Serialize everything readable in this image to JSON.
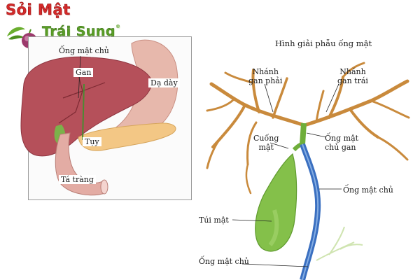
{
  "logo": {
    "line1": "Sỏi Mật",
    "line2": "Trái Sung",
    "reg": "®"
  },
  "left_labels": {
    "common_duct": "Ống mật chủ",
    "liver": "Gan",
    "stomach": "Dạ dày",
    "pancreas": "Tụy",
    "duodenum": "Tá tràng"
  },
  "right": {
    "title": "Hình giải phẫu ống mật",
    "right_hepatic_1": "Nhánh",
    "right_hepatic_2": "gan phải",
    "left_hepatic_1": "Nhánh",
    "left_hepatic_2": "gan trái",
    "cystic_1": "Cuống",
    "cystic_2": "mật",
    "common_hepatic_1": "Ống mật",
    "common_hepatic_2": "chủ gan",
    "common_bile_upper": "Ống mật chủ",
    "gallbladder": "Túi mật",
    "common_bile_lower": "Ống mật chủ"
  },
  "colors": {
    "liver": "#b5505a",
    "stomach": "#e7b8ac",
    "pancreas": "#f3c785",
    "duodenum": "#e3aca4",
    "bile_branch": "#c98a3c",
    "gallbladder": "#84c04a",
    "bile_duct": "#3a6fc0",
    "logo_red": "#d42a2a",
    "logo_green": "#5a9e26"
  }
}
